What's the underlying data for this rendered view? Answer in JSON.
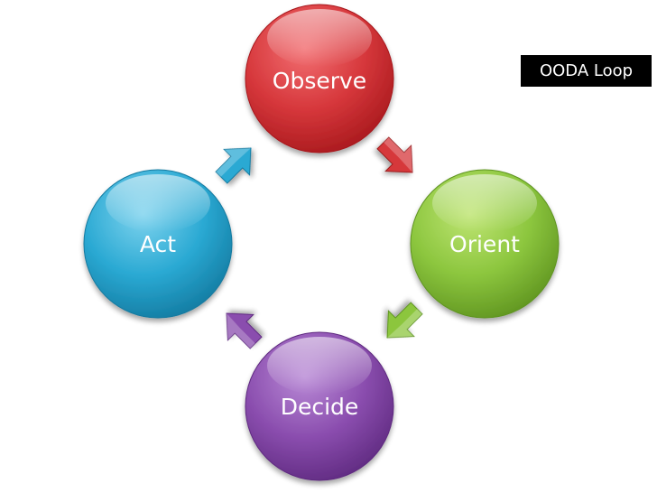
{
  "title": "OODA Loop",
  "nodes": [
    {
      "id": "observe",
      "label": "Observe",
      "color": "#d6373b"
    },
    {
      "id": "orient",
      "label": "Orient",
      "color": "#8cc63e"
    },
    {
      "id": "decide",
      "label": "Decide",
      "color": "#8a4dae"
    },
    {
      "id": "act",
      "label": "Act",
      "color": "#2aa9d3"
    }
  ],
  "arrows": [
    {
      "from": "observe",
      "to": "orient",
      "color": "#d6373b"
    },
    {
      "from": "orient",
      "to": "decide",
      "color": "#8cc63e"
    },
    {
      "from": "decide",
      "to": "act",
      "color": "#8a4dae"
    },
    {
      "from": "act",
      "to": "observe",
      "color": "#2aa9d3"
    }
  ]
}
